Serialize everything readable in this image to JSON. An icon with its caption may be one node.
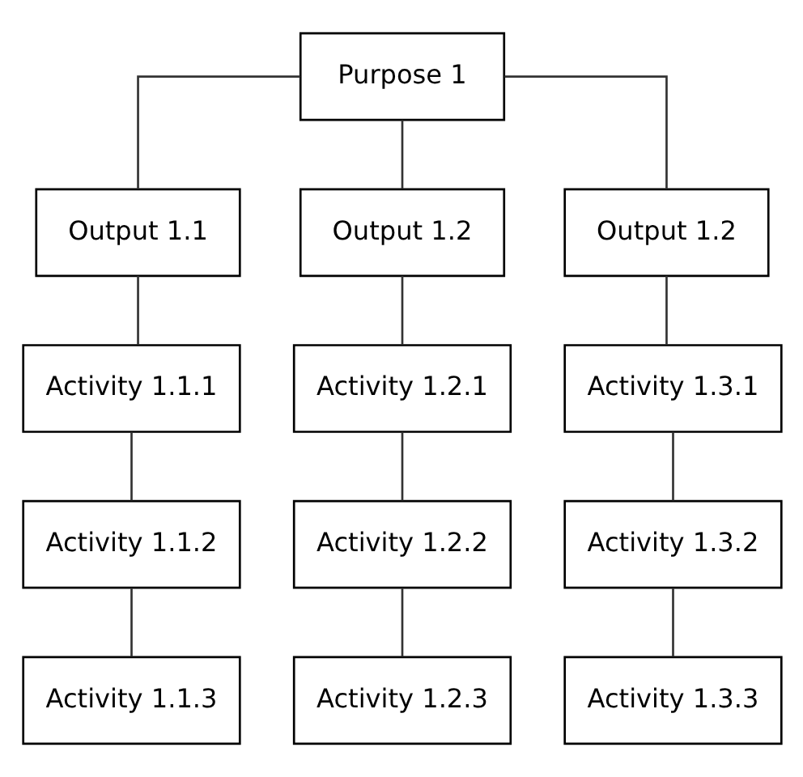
{
  "diagram": {
    "nodes": [
      {
        "text": [
          "Purpose 1"
        ]
      },
      {
        "text": [
          "Output 1.1"
        ]
      },
      {
        "text": [
          "Output 1.2"
        ]
      },
      {
        "text": [
          "Output 1.2"
        ]
      },
      {
        "text": [
          "Activity 1.1.1"
        ]
      },
      {
        "text": [
          "Activity 1.2.1"
        ]
      },
      {
        "text": [
          "Activity 1.3.1"
        ]
      },
      {
        "text": [
          "Activity 1.1.2"
        ]
      },
      {
        "text": [
          "Activity 1.2.2"
        ]
      },
      {
        "text": [
          "Activity 1.3.2"
        ]
      },
      {
        "text": [
          "Activity 1.1.3"
        ]
      },
      {
        "text": [
          "Activity 1.2.3"
        ]
      },
      {
        "text": [
          "Activity 1.3.3"
        ]
      }
    ],
    "edges": [
      {
        "from": 0,
        "to": 1,
        "arrow": "none"
      },
      {
        "from": 0,
        "to": 2,
        "arrow": "none"
      },
      {
        "from": 0,
        "to": 3,
        "arrow": "none"
      },
      {
        "from": 1,
        "to": 4,
        "arrow": "none"
      },
      {
        "from": 2,
        "to": 5,
        "arrow": "none"
      },
      {
        "from": 3,
        "to": 6,
        "arrow": "none"
      },
      {
        "from": 4,
        "to": 7,
        "arrow": "none"
      },
      {
        "from": 5,
        "to": 8,
        "arrow": "none"
      },
      {
        "from": 6,
        "to": 9,
        "arrow": "none"
      },
      {
        "from": 7,
        "to": 10,
        "arrow": "none"
      },
      {
        "from": 8,
        "to": 11,
        "arrow": "none"
      },
      {
        "from": 9,
        "to": 12,
        "arrow": "none"
      }
    ]
  }
}
